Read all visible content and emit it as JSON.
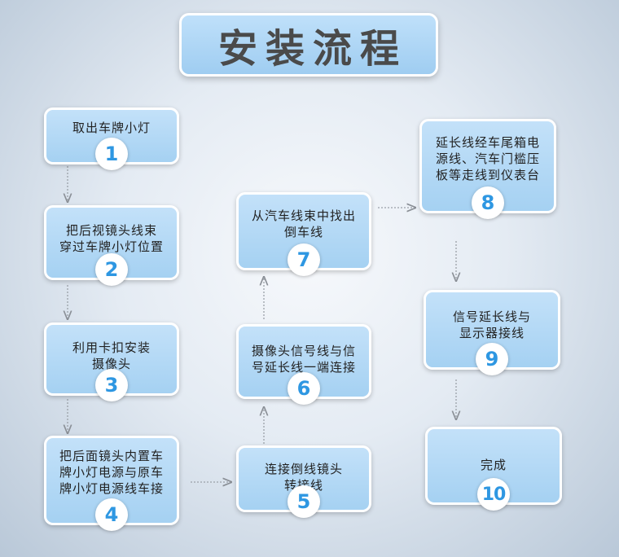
{
  "title": "安装流程",
  "steps": [
    {
      "number": "1",
      "text": "取出车牌小灯"
    },
    {
      "number": "2",
      "text": "把后视镜头线束\n穿过车牌小灯位置"
    },
    {
      "number": "3",
      "text": "利用卡扣安装\n摄像头"
    },
    {
      "number": "4",
      "text": "把后面镜头内置车\n牌小灯电源与原车\n牌小灯电源线车接"
    },
    {
      "number": "5",
      "text": "连接倒线镜头\n转接线"
    },
    {
      "number": "6",
      "text": "摄像头信号线与信\n号延长线一端连接"
    },
    {
      "number": "7",
      "text": "从汽车线束中找出\n倒车线"
    },
    {
      "number": "8",
      "text": "延长线经车尾箱电\n源线、汽车门槛压\n板等走线到仪表台"
    },
    {
      "number": "9",
      "text": "信号延长线与\n显示器接线"
    },
    {
      "number": "10",
      "text": "完成"
    }
  ]
}
